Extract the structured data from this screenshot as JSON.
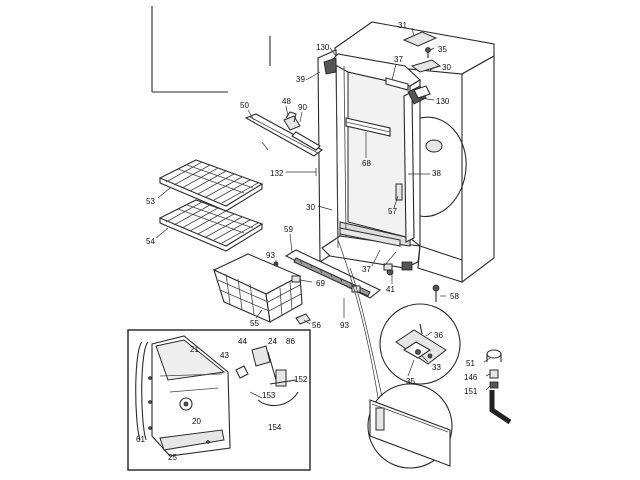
{
  "callouts": [
    {
      "id": "c31",
      "text": "31"
    },
    {
      "id": "c35a",
      "text": "35"
    },
    {
      "id": "c130a",
      "text": "130"
    },
    {
      "id": "c37a",
      "text": "37"
    },
    {
      "id": "c30",
      "text": "30"
    },
    {
      "id": "c39",
      "text": "39"
    },
    {
      "id": "c130b",
      "text": "130"
    },
    {
      "id": "c50",
      "text": "50"
    },
    {
      "id": "c48",
      "text": "48"
    },
    {
      "id": "c90",
      "text": "90"
    },
    {
      "id": "c68",
      "text": "68"
    },
    {
      "id": "c38",
      "text": "38"
    },
    {
      "id": "c132",
      "text": "132"
    },
    {
      "id": "c53",
      "text": "53"
    },
    {
      "id": "c30b",
      "text": "30"
    },
    {
      "id": "c57",
      "text": "57"
    },
    {
      "id": "c54",
      "text": "54"
    },
    {
      "id": "c59",
      "text": "59"
    },
    {
      "id": "c37b",
      "text": "37"
    },
    {
      "id": "c93a",
      "text": "93"
    },
    {
      "id": "c69",
      "text": "69"
    },
    {
      "id": "c41",
      "text": "41"
    },
    {
      "id": "c58",
      "text": "58"
    },
    {
      "id": "c55",
      "text": "55"
    },
    {
      "id": "c56",
      "text": "56"
    },
    {
      "id": "c93b",
      "text": "93"
    },
    {
      "id": "c36",
      "text": "36"
    },
    {
      "id": "c21",
      "text": "21"
    },
    {
      "id": "c44",
      "text": "44"
    },
    {
      "id": "c24",
      "text": "24"
    },
    {
      "id": "c86",
      "text": "86"
    },
    {
      "id": "c43",
      "text": "43"
    },
    {
      "id": "c152",
      "text": "152"
    },
    {
      "id": "c153",
      "text": "153"
    },
    {
      "id": "c33",
      "text": "33"
    },
    {
      "id": "c35b",
      "text": "35"
    },
    {
      "id": "c51",
      "text": "51"
    },
    {
      "id": "c146",
      "text": "146"
    },
    {
      "id": "c151",
      "text": "151"
    },
    {
      "id": "c20",
      "text": "20"
    },
    {
      "id": "c154",
      "text": "154"
    },
    {
      "id": "c61",
      "text": "61"
    },
    {
      "id": "c25",
      "text": "25"
    }
  ]
}
